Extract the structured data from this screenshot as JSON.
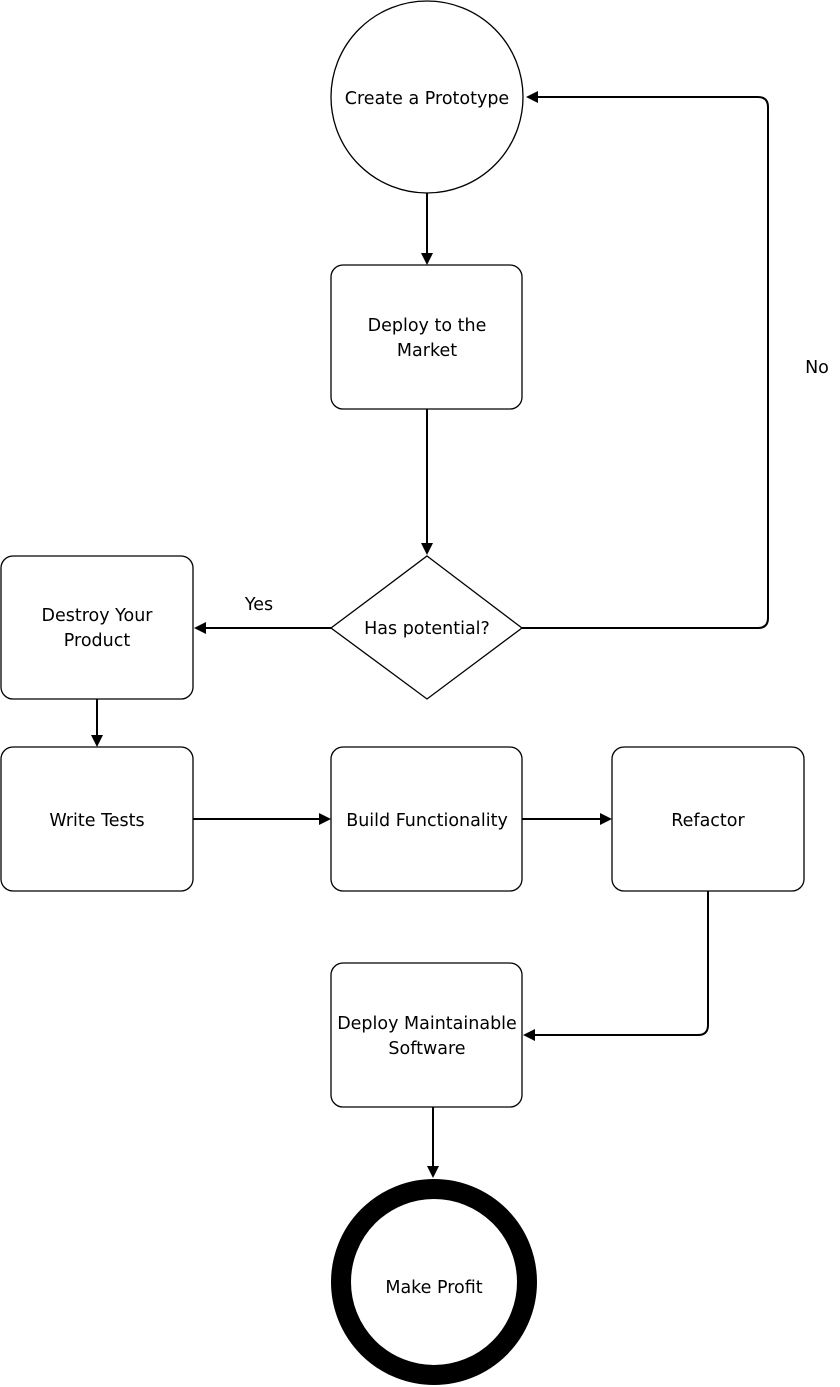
{
  "nodes": {
    "create_prototype": {
      "label": "Create a Prototype"
    },
    "deploy_market": {
      "line1": "Deploy to the",
      "line2": "Market"
    },
    "has_potential": {
      "label": "Has potential?"
    },
    "destroy_product": {
      "line1": "Destroy Your",
      "line2": "Product"
    },
    "write_tests": {
      "label": "Write Tests"
    },
    "build_functionality": {
      "label": "Build Functionality"
    },
    "refactor": {
      "label": "Refactor"
    },
    "deploy_maintainable": {
      "line1": "Deploy Maintainable",
      "line2": "Software"
    },
    "make_profit": {
      "label": "Make Profit"
    }
  },
  "edges": {
    "yes_label": "Yes",
    "no_label": "No"
  },
  "colors": {
    "stroke": "#000000",
    "fill": "#ffffff"
  }
}
